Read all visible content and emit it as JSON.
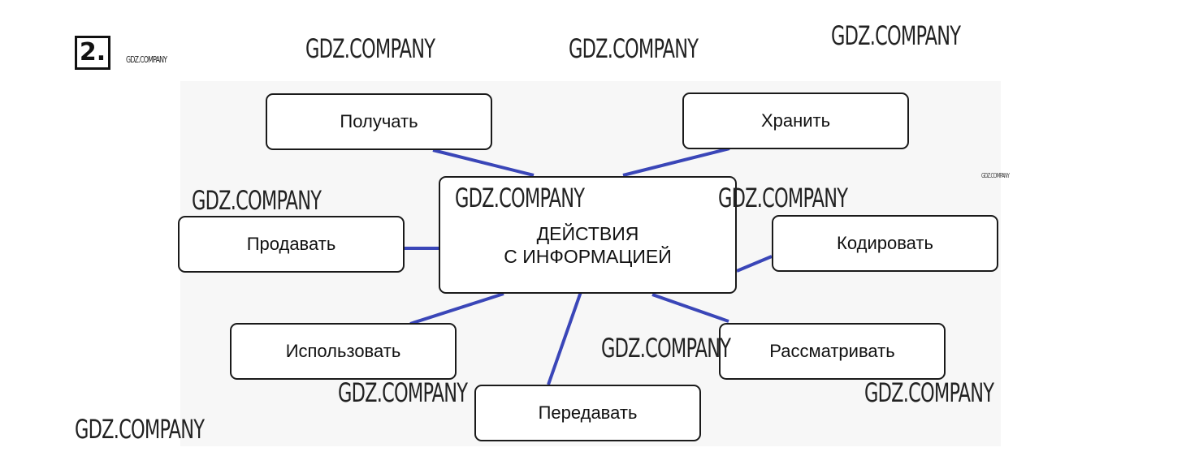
{
  "task_number": "2.",
  "watermark": "GDZ.COMPANY",
  "center": {
    "line1": "ДЕЙСТВИЯ",
    "line2": "С ИНФОРМАЦИЕЙ"
  },
  "actions": [
    "Получать",
    "Хранить",
    "Продавать",
    "Кодировать",
    "Использовать",
    "Рассматривать",
    "Передавать"
  ],
  "colors": {
    "connector": "#3a46b8",
    "box_border": "#1a1a1a",
    "panel": "#f7f7f7"
  }
}
